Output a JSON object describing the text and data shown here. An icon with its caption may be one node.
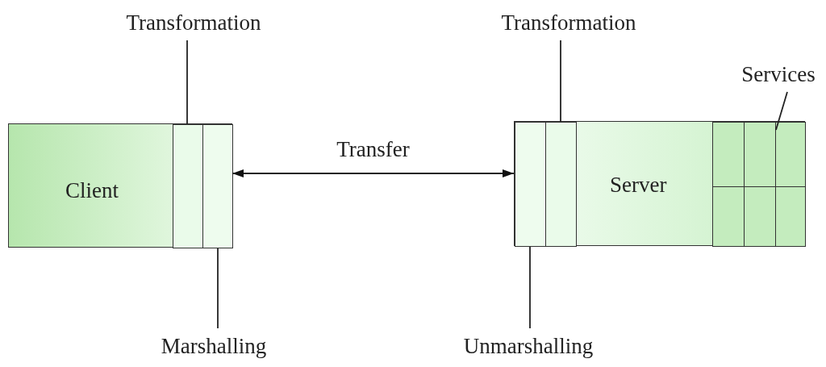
{
  "diagram": {
    "nodes": [
      {
        "text": [
          "Client"
        ]
      },
      {
        "text": [],
        "shape": "box",
        "in": 0
      },
      {
        "text": [],
        "shape": "box",
        "in": 0
      },
      {
        "text": [
          "Server"
        ]
      },
      {
        "text": [],
        "shape": "box",
        "in": 3
      },
      {
        "text": [],
        "shape": "box",
        "in": 3
      },
      {
        "text": [],
        "shape": "box",
        "in": 3
      },
      {
        "text": [],
        "shape": "box",
        "in": 3
      },
      {
        "text": [],
        "shape": "box",
        "in": 3
      },
      {
        "text": [],
        "shape": "box",
        "in": 3
      },
      {
        "text": [],
        "shape": "box",
        "in": 3
      },
      {
        "text": [],
        "shape": "box",
        "in": 3
      },
      {
        "text": [
          "Transformation"
        ]
      },
      {
        "text": [
          "Marshalling"
        ]
      },
      {
        "text": [
          "Transformation"
        ]
      },
      {
        "text": [
          "Unmarshalling"
        ]
      },
      {
        "text": [
          "Services"
        ]
      }
    ],
    "edges": [
      {
        "from": 0,
        "to": 3,
        "arrow": "both",
        "label": "Transfer"
      },
      {
        "from": 12,
        "to": 1,
        "arrow": "none"
      },
      {
        "from": 13,
        "to": 2,
        "arrow": "none"
      },
      {
        "from": 14,
        "to": 5,
        "arrow": "none"
      },
      {
        "from": 15,
        "to": 4,
        "arrow": "none"
      },
      {
        "from": 16,
        "to": 7,
        "arrow": "none"
      }
    ]
  }
}
